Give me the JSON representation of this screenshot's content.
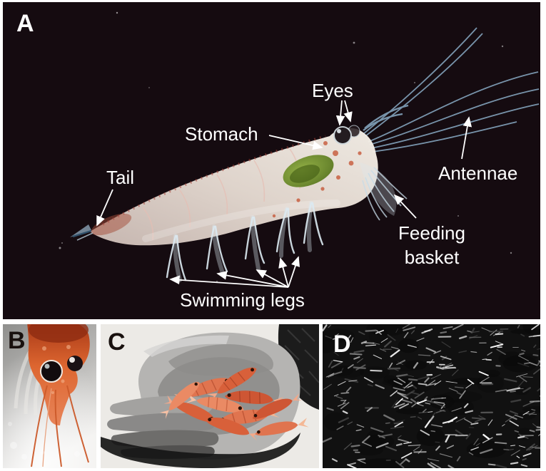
{
  "panels": {
    "a": {
      "letter": "A",
      "annotations": {
        "eyes": "Eyes",
        "stomach": "Stomach",
        "tail": "Tail",
        "antennae": "Antennae",
        "feeding_basket": "Feeding basket",
        "swimming_legs": "Swimming legs"
      }
    },
    "b": {
      "letter": "B"
    },
    "c": {
      "letter": "C"
    },
    "d": {
      "letter": "D"
    }
  },
  "colors": {
    "page_background": "#ffffff",
    "panel_a_background": "#150b10",
    "annotation_text": "#ffffff",
    "panel_letter_dark": "#18100e",
    "panel_letter_light": "#ffffff",
    "krill_orange": "#d96a33",
    "stomach_green": "#6d8a28",
    "antennae_blue": "#7e9cb4",
    "swarm_background": "#101010"
  }
}
